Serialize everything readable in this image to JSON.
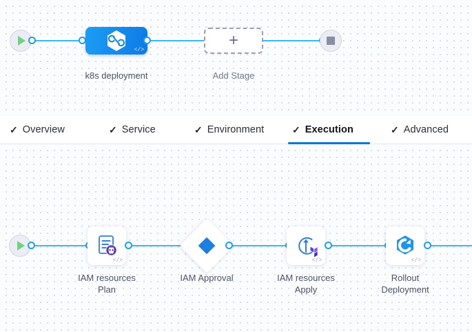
{
  "pipeline_stages": {
    "start_node": {
      "name": "start-node",
      "icon": "play-icon"
    },
    "end_node": {
      "name": "end-node",
      "icon": "stop-icon"
    },
    "stages": [
      {
        "label": "k8s deployment",
        "icon": "harness-hexagon-icon",
        "type": "deployment"
      }
    ],
    "add_stage": {
      "label": "Add Stage",
      "icon": "plus-icon"
    }
  },
  "tabs": [
    {
      "label": "Overview",
      "checked": true,
      "active": false
    },
    {
      "label": "Service",
      "checked": true,
      "active": false
    },
    {
      "label": "Environment",
      "checked": true,
      "active": false
    },
    {
      "label": "Execution",
      "checked": true,
      "active": true
    },
    {
      "label": "Advanced",
      "checked": true,
      "active": false
    }
  ],
  "tab_check_glyph": "✓",
  "execution": {
    "start_node": {
      "name": "execution-start-node",
      "icon": "play-icon"
    },
    "steps": [
      {
        "label": "IAM resources\nPlan",
        "icon": "terraform-plan-icon",
        "shape": "rounded"
      },
      {
        "label": "IAM Approval",
        "icon": "jira-approval-icon",
        "shape": "diamond"
      },
      {
        "label": "IAM resources\nApply",
        "icon": "terraform-apply-icon",
        "shape": "rounded"
      },
      {
        "label": "Rollout\nDeployment",
        "icon": "k8s-rollout-icon",
        "shape": "rounded"
      }
    ]
  },
  "colors": {
    "edge": "#38b6f5",
    "port_ring": "#1c9ff0",
    "stage_blue": "#0f7ae5",
    "active_tab_underline": "#0278d5",
    "canvas_bg": "#fbfcfe",
    "grid_dot": "#c7d5e6",
    "play_green": "#6dd47e",
    "stop_gray": "#8b8da3"
  },
  "glyphs": {
    "code_icon": "</>",
    "plus": "+"
  }
}
